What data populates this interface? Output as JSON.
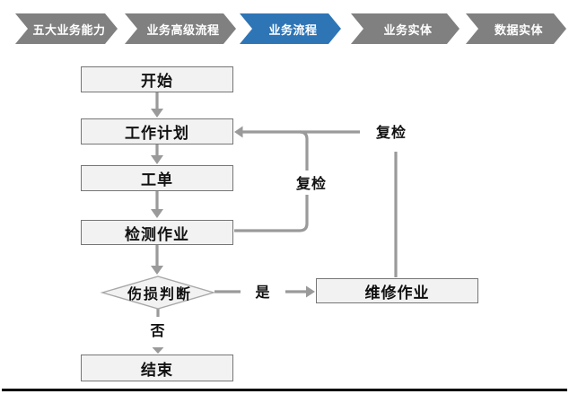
{
  "nav": {
    "steps": [
      {
        "label": "五大业务能力",
        "active": false
      },
      {
        "label": "业务高级流程",
        "active": false
      },
      {
        "label": "业务流程",
        "active": true
      },
      {
        "label": "业务实体",
        "active": false
      },
      {
        "label": "数据实体",
        "active": false
      }
    ],
    "colors": {
      "inactive": "#808080",
      "active": "#2E75B6",
      "text": "#FFFFFF"
    }
  },
  "flowchart": {
    "nodes": {
      "start": "开始",
      "work_plan": "工作计划",
      "work_order": "工单",
      "inspection": "检测作业",
      "damage_decision": "伤损判断",
      "repair": "维修作业",
      "end": "结束"
    },
    "edge_labels": {
      "recheck_inner": "复检",
      "recheck_outer": "复检",
      "yes": "是",
      "no": "否"
    },
    "colors": {
      "node_fill": "#F2F2F2",
      "node_border": "#767676",
      "connector": "#9A9A9A",
      "text": "#111111"
    }
  }
}
